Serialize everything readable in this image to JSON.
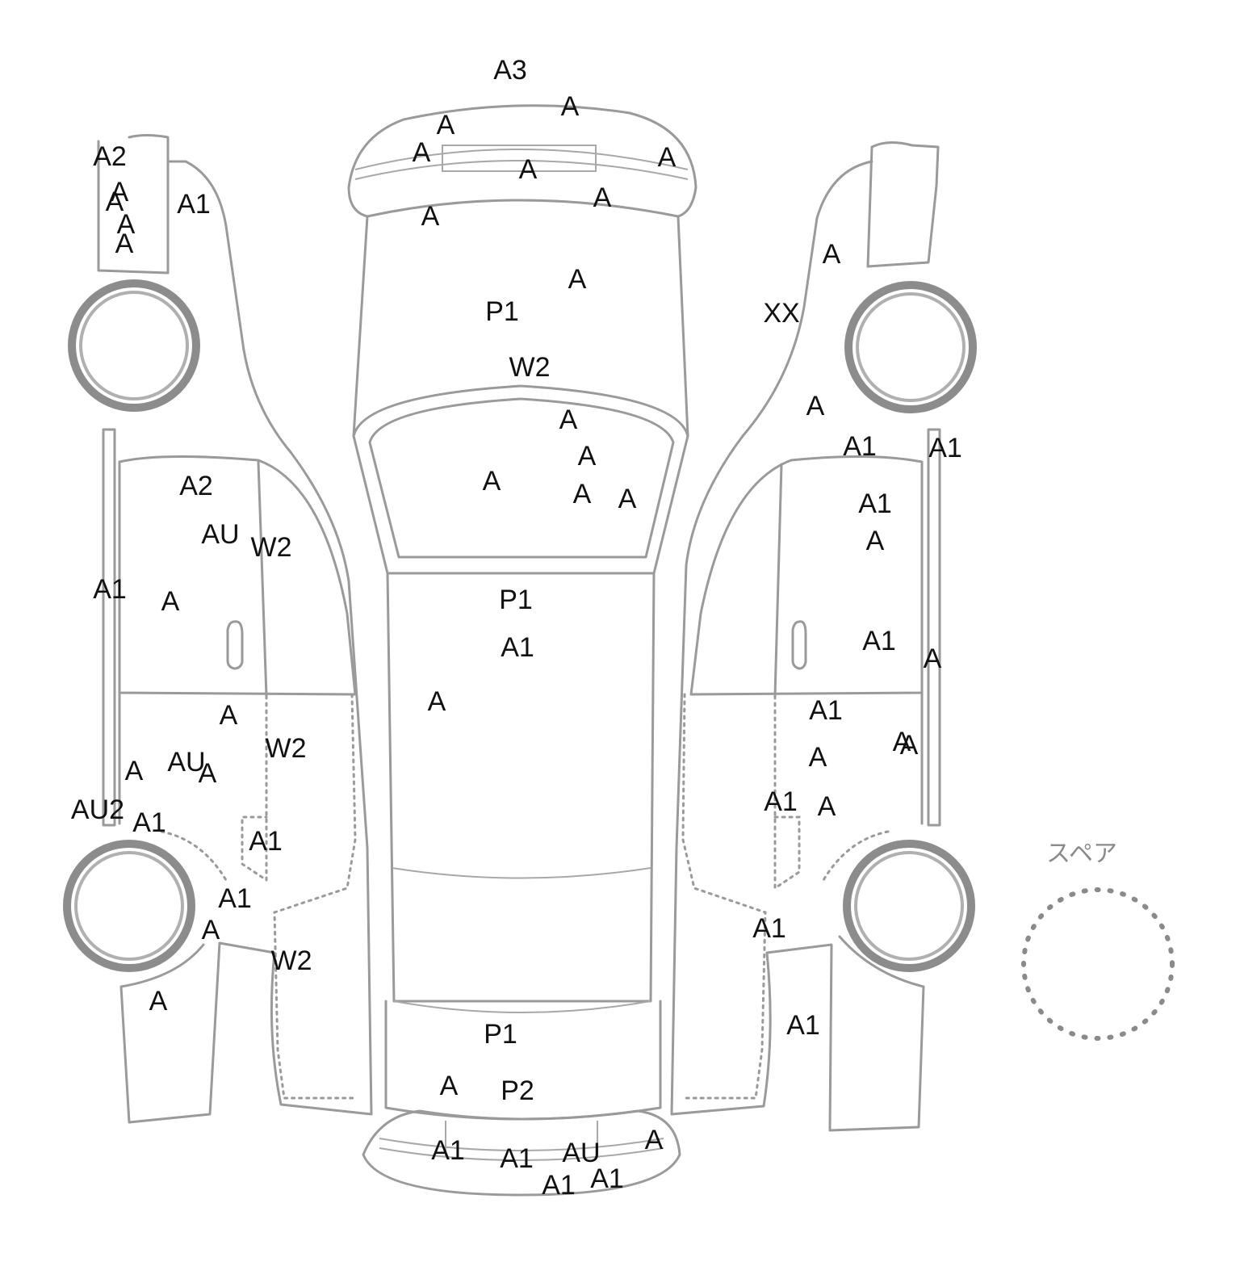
{
  "diagram": {
    "spare_label": "スペア",
    "marks": [
      "A3",
      "A",
      "A",
      "A",
      "A",
      "A",
      "A",
      "A",
      "A",
      "P1",
      "W2",
      "A",
      "A",
      "A",
      "A",
      "A",
      "P1",
      "A1",
      "A",
      "P1",
      "A",
      "P2",
      "A1",
      "A1",
      "AU",
      "A",
      "A1",
      "A1",
      "A2",
      "A",
      "A",
      "A",
      "A",
      "A1",
      "A2",
      "AU",
      "W2",
      "A1",
      "A",
      "A",
      "W2",
      "A",
      "AU",
      "A",
      "AU2",
      "A1",
      "A1",
      "A1",
      "A",
      "W2",
      "A",
      "A",
      "XX",
      "A",
      "A1",
      "A1",
      "A1",
      "A",
      "A1",
      "A",
      "A1",
      "A",
      "A",
      "A",
      "A1",
      "A",
      "A1",
      "A1"
    ]
  }
}
